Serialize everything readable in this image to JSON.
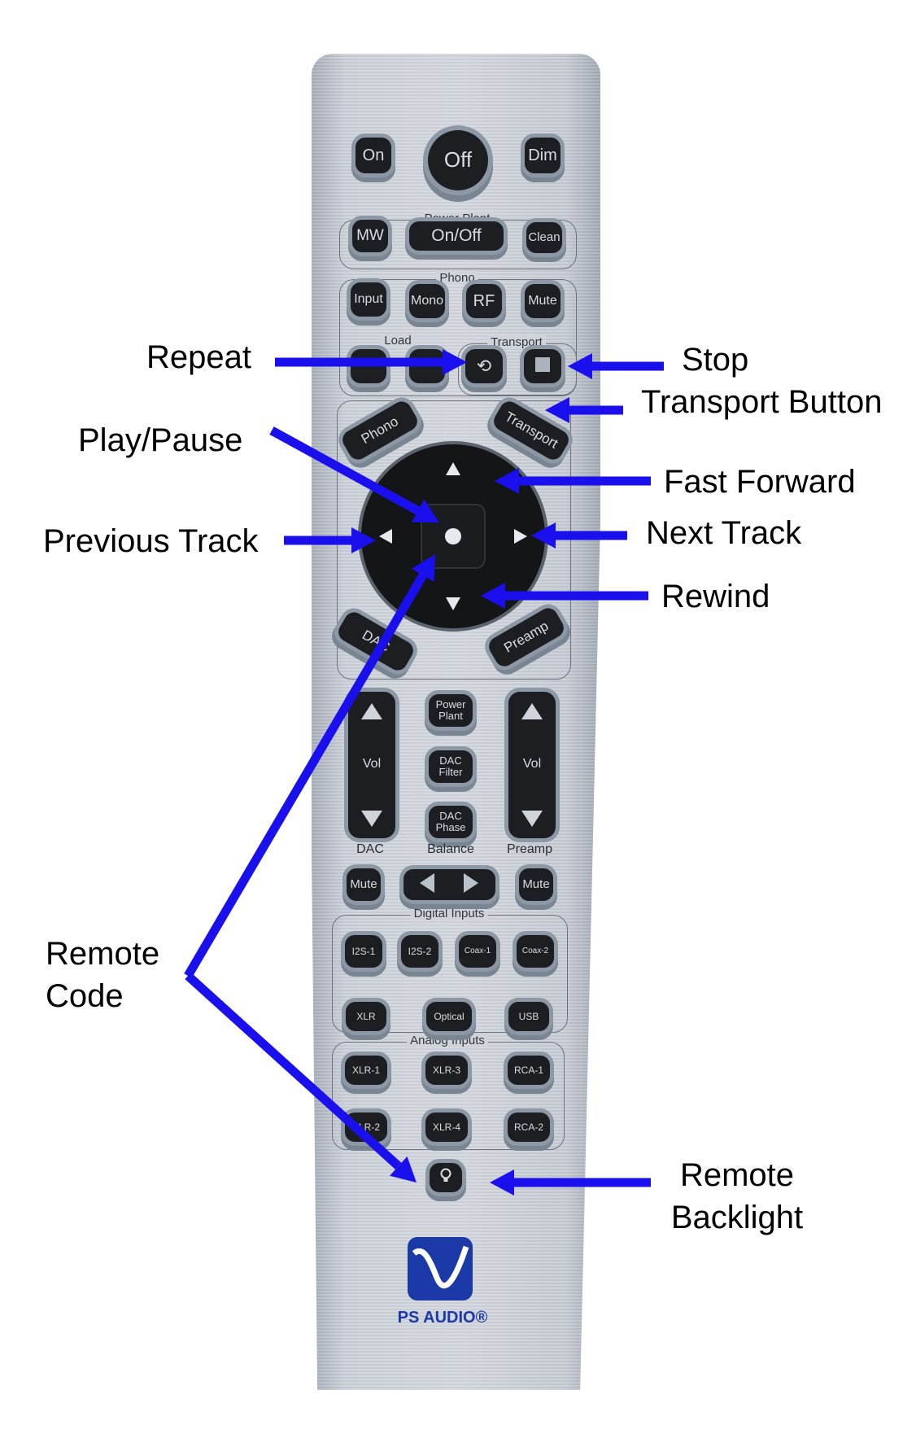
{
  "remote": {
    "power": {
      "on": "On",
      "off": "Off",
      "dim": "Dim"
    },
    "power_plant": {
      "label": "Power Plant",
      "mw": "MW",
      "on_off": "On/Off",
      "clean": "Clean"
    },
    "phono": {
      "label": "Phono",
      "input": "Input",
      "mono": "Mono",
      "rf": "RF",
      "mute": "Mute"
    },
    "load": {
      "label": "Load"
    },
    "transport": {
      "label": "Transport"
    },
    "nav": {
      "phono": "Phono",
      "transport": "Transport",
      "dac": "DAC",
      "preamp": "Preamp"
    },
    "center": {
      "power_plant": "Power\nPlant",
      "dac_filter": "DAC\nFilter",
      "dac_phase": "DAC\nPhase",
      "vol_left": "Vol",
      "vol_right": "Vol"
    },
    "section_labels": {
      "dac": "DAC",
      "balance": "Balance",
      "preamp": "Preamp"
    },
    "mute_dac": "Mute",
    "mute_preamp": "Mute",
    "digital_inputs": {
      "label": "Digital Inputs",
      "buttons": [
        "I2S-1",
        "I2S-2",
        "Coax-1",
        "Coax-2",
        "XLR",
        "Optical",
        "USB"
      ]
    },
    "analog_inputs": {
      "label": "Analog Inputs",
      "buttons": [
        "XLR-1",
        "XLR-3",
        "RCA-1",
        "XLR-2",
        "XLR-4",
        "RCA-2"
      ]
    },
    "logo_text": "PS AUDIO®"
  },
  "annotations": {
    "color": "#1a10ee",
    "repeat": "Repeat",
    "stop": "Stop",
    "transport_button": "Transport Button",
    "play_pause": "Play/Pause",
    "previous_track": "Previous Track",
    "fast_forward": "Fast Forward",
    "next_track": "Next Track",
    "rewind": "Rewind",
    "remote_code_1": "Remote",
    "remote_code_2": "Code",
    "remote_backlight_1": "Remote",
    "remote_backlight_2": "Backlight"
  }
}
